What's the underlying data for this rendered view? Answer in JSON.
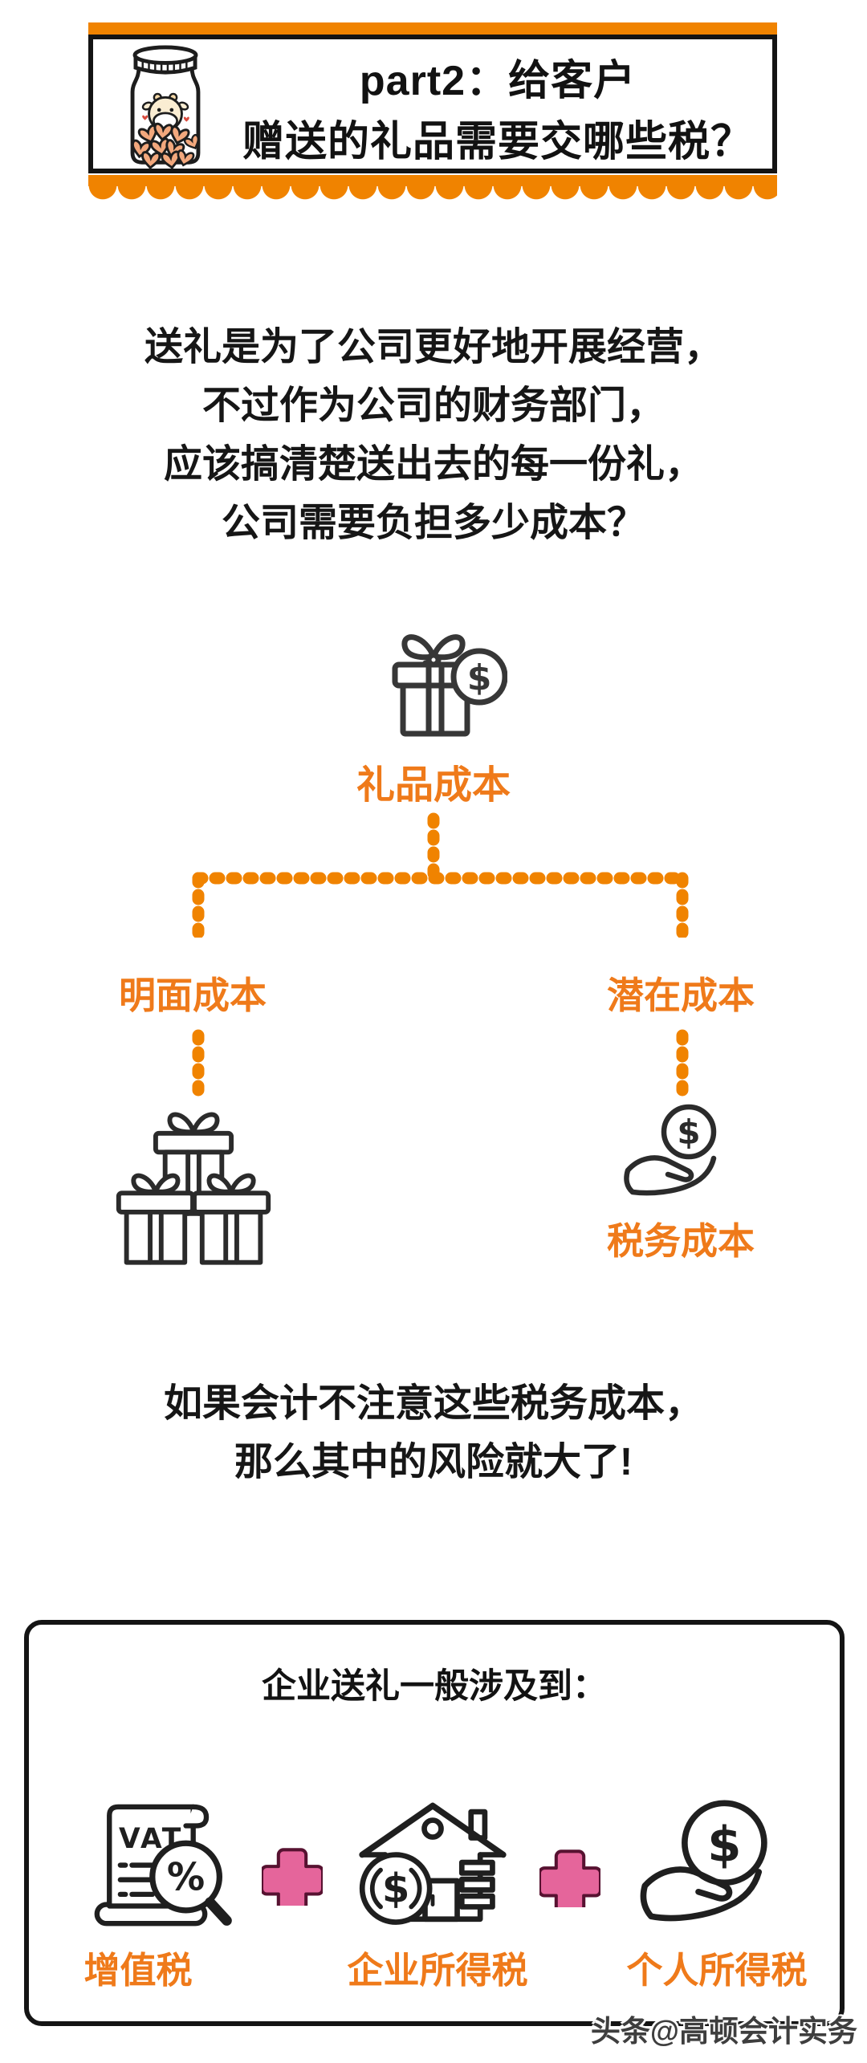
{
  "colors": {
    "orange_band": "#F08300",
    "orange_text": "#EF7A1A",
    "text_black": "#141414",
    "pink_plus": "#E5659B",
    "pink_plus_outline": "#571231",
    "icon_stroke": "#2B2B2B",
    "heart_fill": "#F2A87D",
    "calf_cream": "#FAEDD2",
    "watermark_gray": "#3E3E3E"
  },
  "header": {
    "icon": "candy-jar-calf-icon",
    "title_line1": "part2：给客户",
    "title_line2": "赠送的礼品需要交哪些税？"
  },
  "intro": {
    "lines": [
      "送礼是为了公司更好地开展经营，",
      "不过作为公司的财务部门，",
      "应该搞清楚送出去的每一份礼，",
      "公司需要负担多少成本？"
    ]
  },
  "cost_tree": {
    "root": {
      "icon": "gift-coin-icon",
      "label": "礼品成本",
      "coin_symbol": "$"
    },
    "branches": [
      {
        "label": "明面成本",
        "icon": "gift-stack-icon"
      },
      {
        "label": "潜在成本",
        "icon": "hand-coin-icon",
        "sub_label": "税务成本",
        "coin_symbol": "$"
      }
    ]
  },
  "warning": {
    "lines": [
      "如果会计不注意这些税务成本，",
      "那么其中的风险就大了!"
    ]
  },
  "tax_card": {
    "title": "企业送礼一般涉及到：",
    "separator": "+",
    "items": [
      {
        "icon": "vat-receipt-magnifier-icon",
        "label": "增值税",
        "icon_text": "VAT",
        "icon_symbol": "%"
      },
      {
        "icon": "house-coin-icon",
        "label": "企业所得税",
        "icon_symbol": "$"
      },
      {
        "icon": "hand-coin-icon",
        "label": "个人所得税",
        "icon_symbol": "$"
      }
    ]
  },
  "watermark": {
    "text": "头条@高顿会计实务"
  }
}
